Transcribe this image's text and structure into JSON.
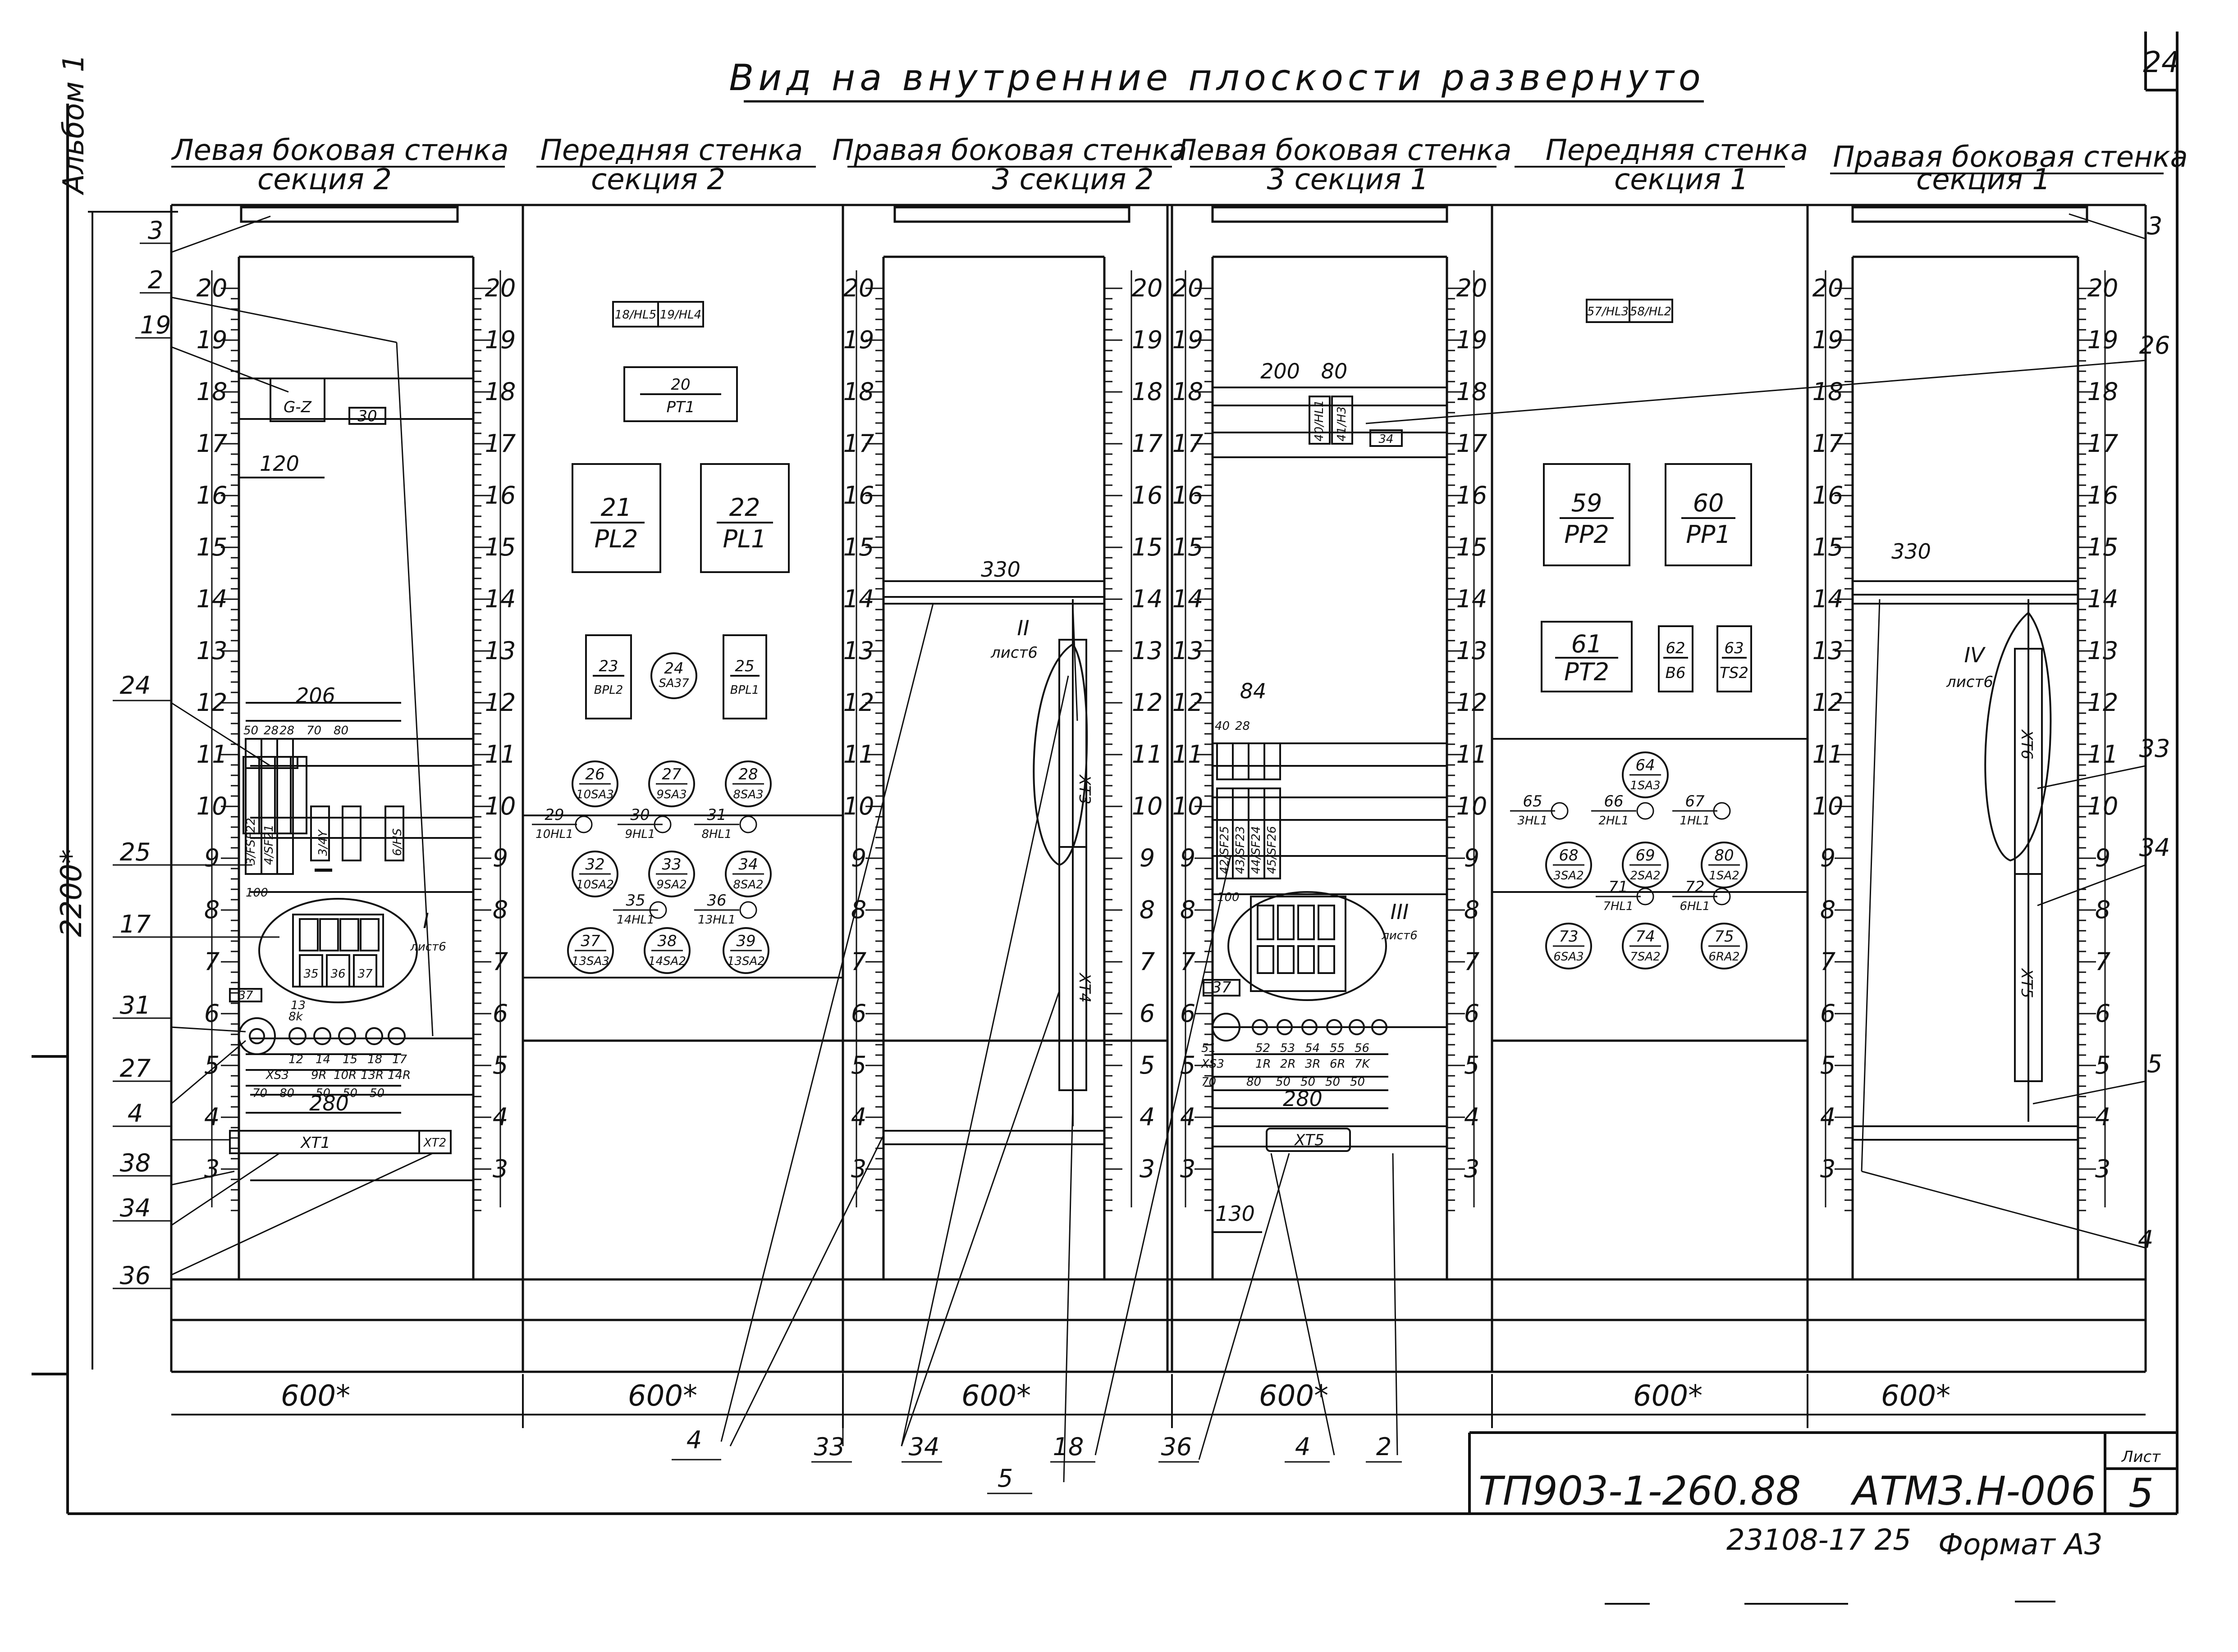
{
  "title": "Вид на внутренние плоскости развернуто",
  "sheet_corner": "24",
  "album_label": "Альбом 1",
  "height_dim": "2200*",
  "sections": [
    {
      "line1": "Левая боковая стенка",
      "line2": "секция 2"
    },
    {
      "line1": "Передняя стенка",
      "line2": "секция 2"
    },
    {
      "line1": "Правая боковая стенка",
      "line2": "3  секция 2"
    },
    {
      "line1": "Левая боковая стенка",
      "line2": "3  секция 1"
    },
    {
      "line1": "Передняя стенка",
      "line2": "секция 1"
    },
    {
      "line1": "Правая боковая стенка",
      "line2": "секция 1"
    }
  ],
  "widths": [
    "600*",
    "600*",
    "600*",
    "600*",
    "600*",
    "600*"
  ],
  "rail_ticks": [
    "20",
    "19",
    "18",
    "17",
    "16",
    "15",
    "14",
    "13",
    "12",
    "11",
    "10",
    "9",
    "8",
    "7",
    "6",
    "5",
    "4",
    "3"
  ],
  "front2_devices": [
    {
      "top": "18/HL5"
    },
    {
      "top": "19/HL4"
    },
    {
      "top": "20",
      "bottom": "PT1"
    },
    {
      "top": "21",
      "bottom": "PL2"
    },
    {
      "top": "22",
      "bottom": "PL1"
    },
    {
      "top": "23",
      "bottom": "BPL2"
    },
    {
      "top": "24",
      "bottom": "SA37"
    },
    {
      "top": "25",
      "bottom": "BPL1"
    },
    {
      "top": "26",
      "bottom": "10SA3"
    },
    {
      "top": "27",
      "bottom": "9SA3"
    },
    {
      "top": "28",
      "bottom": "8SA3"
    },
    {
      "top": "29",
      "bottom": "10HL1"
    },
    {
      "top": "30",
      "bottom": "9HL1"
    },
    {
      "top": "31",
      "bottom": "8HL1"
    },
    {
      "top": "32",
      "bottom": "10SA2"
    },
    {
      "top": "33",
      "bottom": "9SA2"
    },
    {
      "top": "34",
      "bottom": "8SA2"
    },
    {
      "top": "35",
      "bottom": "14HL1"
    },
    {
      "top": "36",
      "bottom": "13HL1"
    },
    {
      "top": "37",
      "bottom": "13SA3"
    },
    {
      "top": "38",
      "bottom": "14SA2"
    },
    {
      "top": "39",
      "bottom": "13SA2"
    }
  ],
  "front1_devices": [
    {
      "top": "57/HL3"
    },
    {
      "top": "58/HL2"
    },
    {
      "top": "59",
      "bottom": "PP2"
    },
    {
      "top": "60",
      "bottom": "PP1"
    },
    {
      "top": "61",
      "bottom": "PT2"
    },
    {
      "top": "62",
      "bottom": "B6"
    },
    {
      "top": "63",
      "bottom": "TS2"
    },
    {
      "top": "64",
      "bottom": "1SA3"
    },
    {
      "top": "65",
      "bottom": "3HL1"
    },
    {
      "top": "66",
      "bottom": "2HL1"
    },
    {
      "top": "67",
      "bottom": "1HL1"
    },
    {
      "top": "68",
      "bottom": "3SA2"
    },
    {
      "top": "69",
      "bottom": "2SA2"
    },
    {
      "top": "80",
      "bottom": "1SA2"
    },
    {
      "top": "71",
      "bottom": "7HL1"
    },
    {
      "top": "72",
      "bottom": "6HL1"
    },
    {
      "top": "73",
      "bottom": "6SA3"
    },
    {
      "top": "74",
      "bottom": "7SA2"
    },
    {
      "top": "75",
      "bottom": "6RA2"
    }
  ],
  "left2": {
    "gz": "G-Z",
    "r30": "30",
    "d120": "120",
    "d206": "206",
    "top_dims": [
      "50",
      "28",
      "28",
      "70",
      "80"
    ],
    "terminals": [
      "3/FSF22",
      "4/SF21",
      "3/4Y",
      "6/HS"
    ],
    "d100": "100",
    "detail": "I",
    "detail_sheet": "лист6",
    "r35": [
      "35",
      "36",
      "37"
    ],
    "r37": "37",
    "d13": "13",
    "d8k": "8k",
    "bottom_top": [
      "12",
      "14",
      "15",
      "18",
      "17"
    ],
    "bottom_mid": [
      "XS3",
      "9R",
      "10R",
      "13R",
      "14R"
    ],
    "bottom_dims": [
      "70",
      "80",
      "50",
      "50",
      "50"
    ],
    "d280": "280",
    "xt1": "XT1",
    "xt2": "XT2"
  },
  "right2": {
    "d330": "330",
    "detail": "II",
    "detail_sheet": "лист6",
    "xt3": "XT3",
    "xt4": "XT4"
  },
  "left1": {
    "d200": "200",
    "d80": "80",
    "k40": "40/HL1",
    "k41": "41/H3",
    "r34": "34",
    "d84": "84",
    "d40": "40",
    "d28": "28",
    "terminals": [
      "42/SF25",
      "43/SF23",
      "44/SF24",
      "45/SF26"
    ],
    "detail": "III",
    "detail_sheet": "лист6",
    "r37": "37",
    "bottom_top": [
      "51",
      "52",
      "53",
      "54",
      "55",
      "56"
    ],
    "bottom_mid": [
      "XS3",
      "1R",
      "2R",
      "3R",
      "6R",
      "7K"
    ],
    "bottom_dims": [
      "70",
      "80",
      "50",
      "50",
      "50",
      "50"
    ],
    "d100": "100",
    "d280": "280",
    "xt5": "XT5",
    "d130": "130"
  },
  "right1": {
    "d330": "330",
    "detail": "IV",
    "detail_sheet": "лист6",
    "xt6": "XT6",
    "xt5": "XT5"
  },
  "callouts_left": [
    "3",
    "2",
    "19",
    "24",
    "25",
    "17",
    "31",
    "27",
    "4",
    "38",
    "34",
    "36"
  ],
  "callouts_right": [
    "3",
    "26",
    "33",
    "34",
    "5",
    "4"
  ],
  "callouts_bottom": [
    "4",
    "33",
    "34",
    "5",
    "18",
    "36",
    "4",
    "2"
  ],
  "stamp": {
    "doc": "ТП903-1-260.88",
    "code": "АТМЗ.Н-006",
    "sheet_label": "Лист",
    "sheet_num": "5",
    "footer_left": "23108-17  25",
    "footer_right": "Формат А3"
  }
}
